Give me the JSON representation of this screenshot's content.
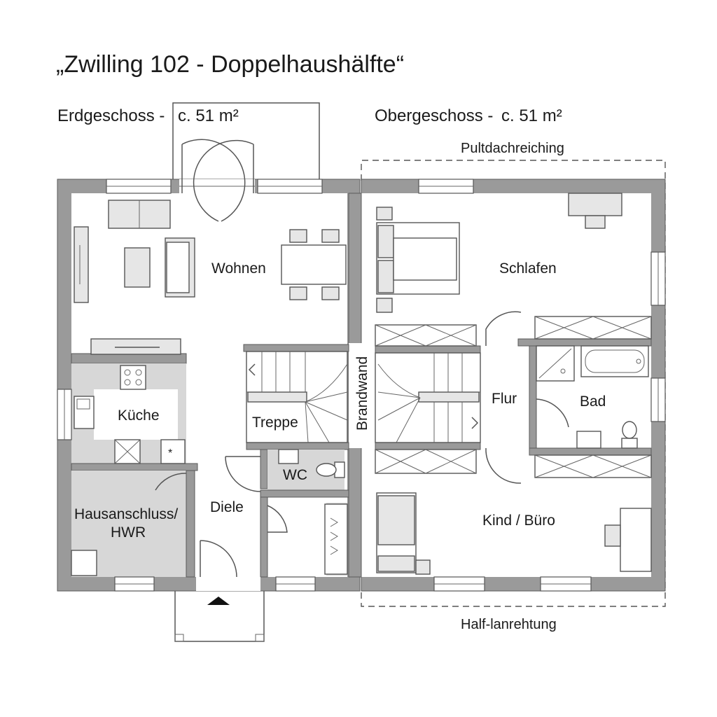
{
  "title": "„Zwilling 102 - Doppelhaushälfte“",
  "ground_floor": {
    "label": "Erdgeschoss -",
    "area": "c. 51 m²",
    "rooms": {
      "wohnen": "Wohnen",
      "kueche": "Küche",
      "treppe": "Treppe",
      "wc": "WC",
      "diele": "Diele",
      "hwr_line1": "Hausanschluss/",
      "hwr_line2": "HWR"
    }
  },
  "upper_floor": {
    "label": "Obergeschoss -",
    "area": "c. 51 m²",
    "rooms": {
      "schlafen": "Schlafen",
      "flur": "Flur",
      "bad": "Bad",
      "kind": "Kind / Büro"
    }
  },
  "labels": {
    "brandwand": "Brandwand",
    "pultdach": "Pultdachreiching",
    "half": "Half-lanrehtung"
  }
}
